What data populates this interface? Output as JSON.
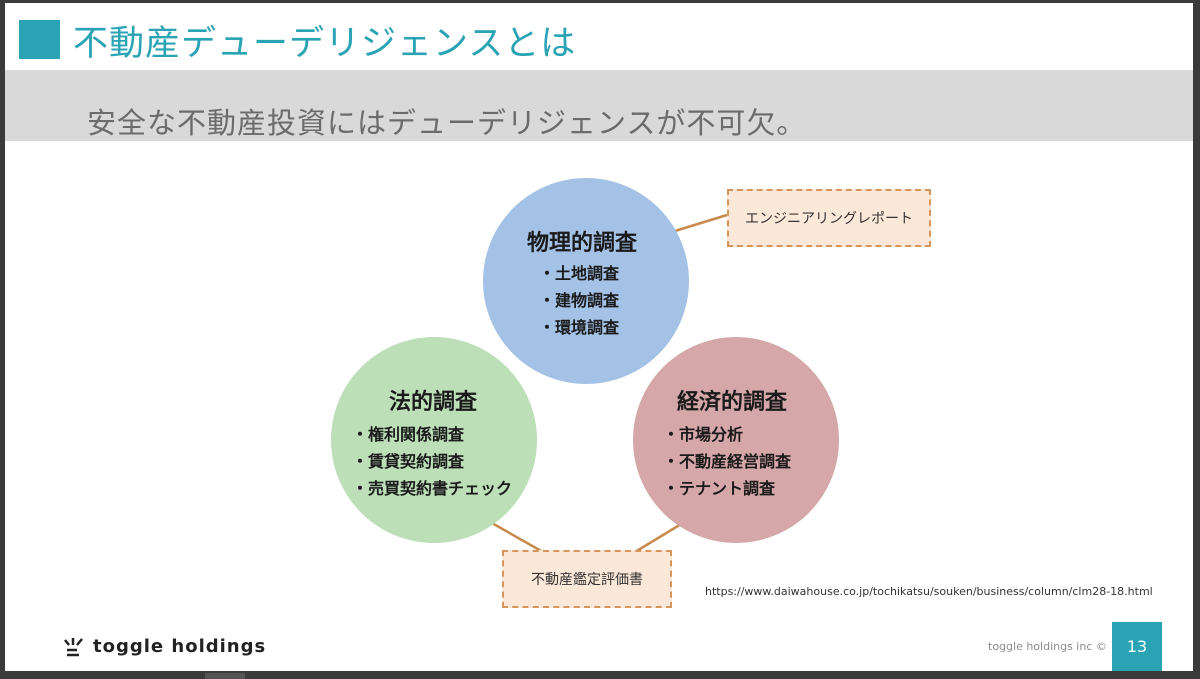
{
  "title": "不動産デューデリジェンスとは",
  "subtitle": "安全な不動産投資にはデューデリジェンスが不可欠。",
  "colors": {
    "accent": "#2aa3b4",
    "physical_circle": "#a4c2e6",
    "legal_circle": "#bcdfb8",
    "economic_circle": "#d6a7a9",
    "callout_border": "#d7955a",
    "callout_fill": "#fbe8d9"
  },
  "diagram": {
    "physical": {
      "title": "物理的調査",
      "items": [
        "・土地調査",
        "・建物調査",
        "・環境調査"
      ]
    },
    "legal": {
      "title": "法的調査",
      "items": [
        "・権利関係調査",
        "・賃貸契約調査",
        "・売買契約書チェック"
      ]
    },
    "economic": {
      "title": "経済的調査",
      "items": [
        "・市場分析",
        "・不動産経営調査",
        "・テナント調査"
      ]
    },
    "callout_engineering": "エンジニアリングレポート",
    "callout_appraisal": "不動産鑑定評価書"
  },
  "source_url": "https://www.daiwahouse.co.jp/tochikatsu/souken/business/column/clm28-18.html",
  "footer": {
    "brand": "toggle holdings",
    "copyright": "toggle holdings inc ©",
    "page_number": "13"
  }
}
